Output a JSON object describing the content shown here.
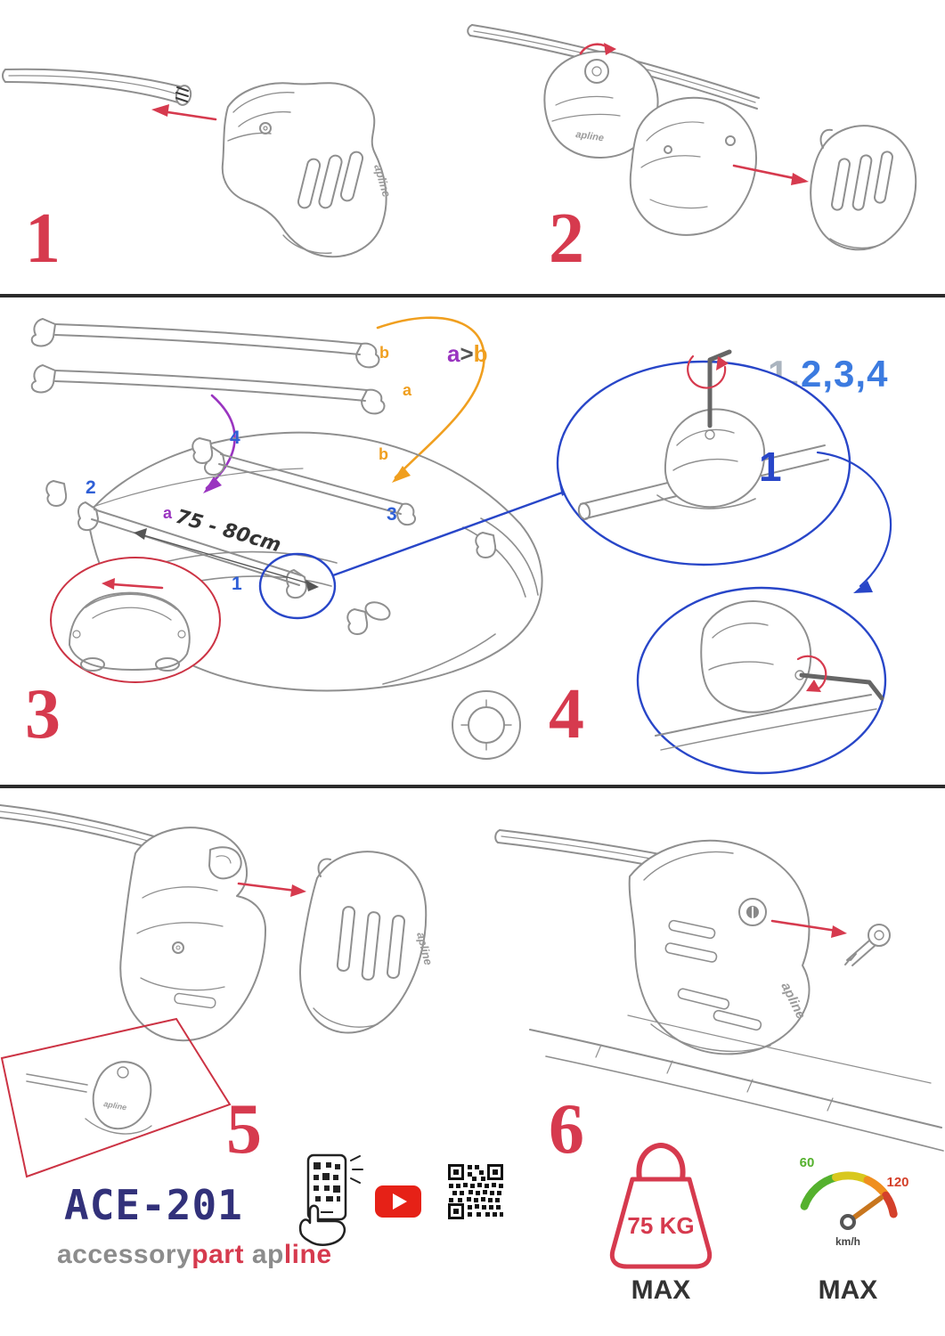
{
  "steps": {
    "s1": "1",
    "s2": "2",
    "s3": "3",
    "s4": "4",
    "s5": "5",
    "s6": "6"
  },
  "labels": {
    "bar_b": "b",
    "bar_a": "a",
    "compare_a": "a",
    "compare_gt": ">",
    "compare_b": "b",
    "roof_a": "a",
    "roof_b": "b",
    "pos_1": "1",
    "pos_2": "2",
    "pos_3": "3",
    "pos_4": "4",
    "measurement": "75 - 80cm",
    "sequence_gray": "1,",
    "sequence_blue": "2,3,4",
    "detail_1": "1"
  },
  "brand": {
    "logo": "apline",
    "model": "ACE-201",
    "name_accessory": "accessory",
    "name_part": "part",
    "name_ap": "ap",
    "name_line": "line"
  },
  "limits": {
    "weight": "75 KG",
    "weight_max": "MAX",
    "speed_60": "60",
    "speed_120": "120",
    "speed_unit": "km/h",
    "speed_max": "MAX"
  },
  "icons": {
    "phone_scan": "phone-qr-scan",
    "youtube": "youtube-play ▶",
    "qr": "qr-code",
    "weight": "weight-kettlebell",
    "speed": "speedometer"
  },
  "colors": {
    "step_red": "#d63a4e",
    "detail_blue": "#2846c8",
    "label_blue": "#2f5fd6",
    "navy": "#32317a",
    "orange": "#f09f1f",
    "purple": "#9a35c0",
    "sketch_gray": "#8f8f8f",
    "green": "#55b12e",
    "speed_red": "#d4402a",
    "youtube_red": "#e62117"
  }
}
